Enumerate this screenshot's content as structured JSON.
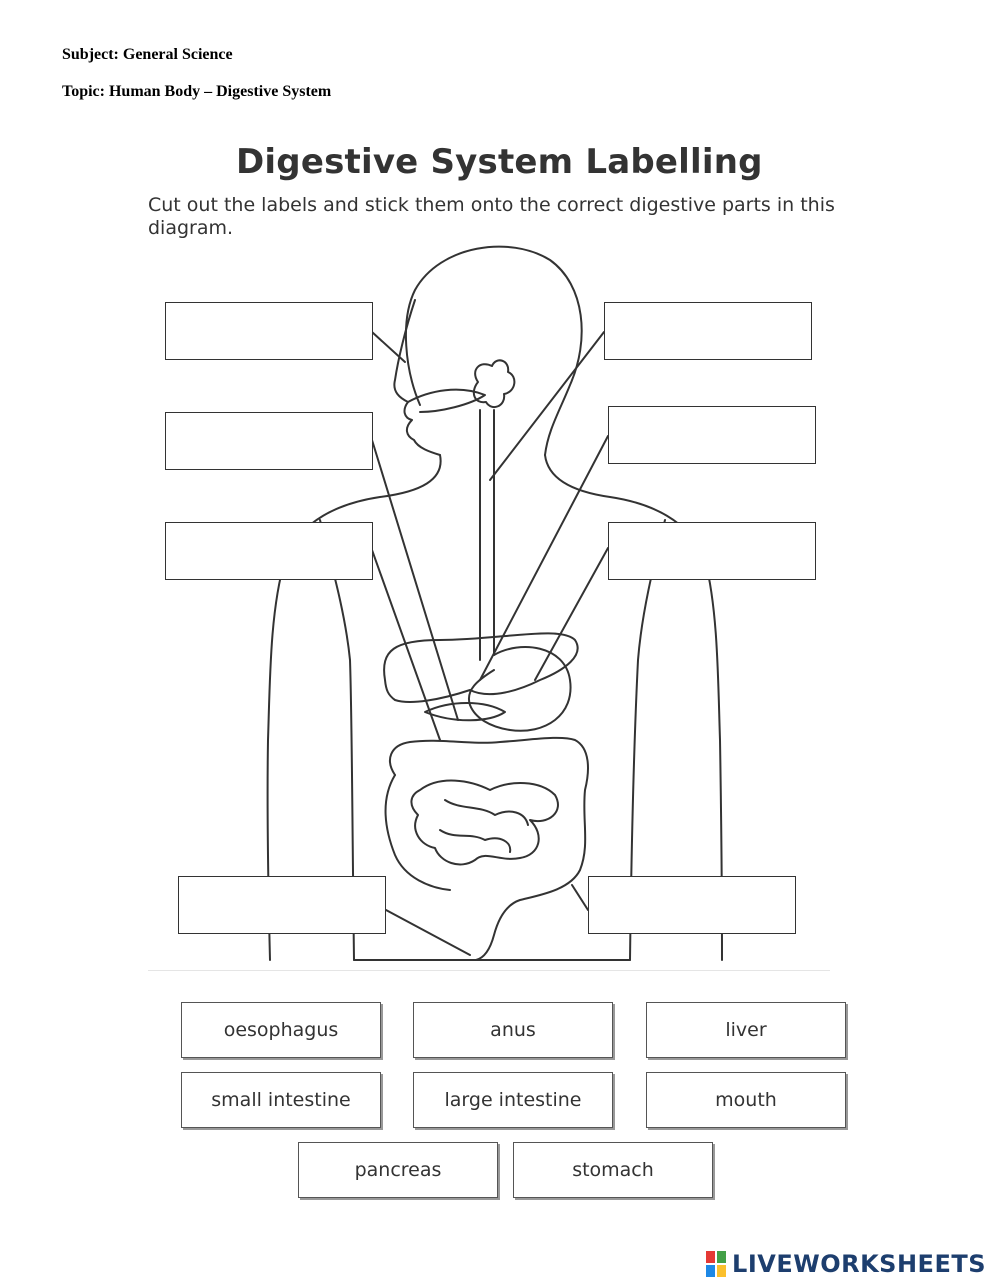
{
  "header": {
    "subject": "Subject: General Science",
    "topic": "Topic: Human Body – Digestive System"
  },
  "worksheet": {
    "title": "Digestive System Labelling",
    "instructions": "Cut out the labels and stick them onto the correct digestive parts in this diagram."
  },
  "labels": [
    "oesophagus",
    "anus",
    "liver",
    "small intestine",
    "large intestine",
    "mouth",
    "pancreas",
    "stomach"
  ],
  "brand": {
    "name": "LIVEWORKSHEETS",
    "colors": [
      "#e53935",
      "#43a047",
      "#1e88e5",
      "#fbc02d"
    ]
  }
}
